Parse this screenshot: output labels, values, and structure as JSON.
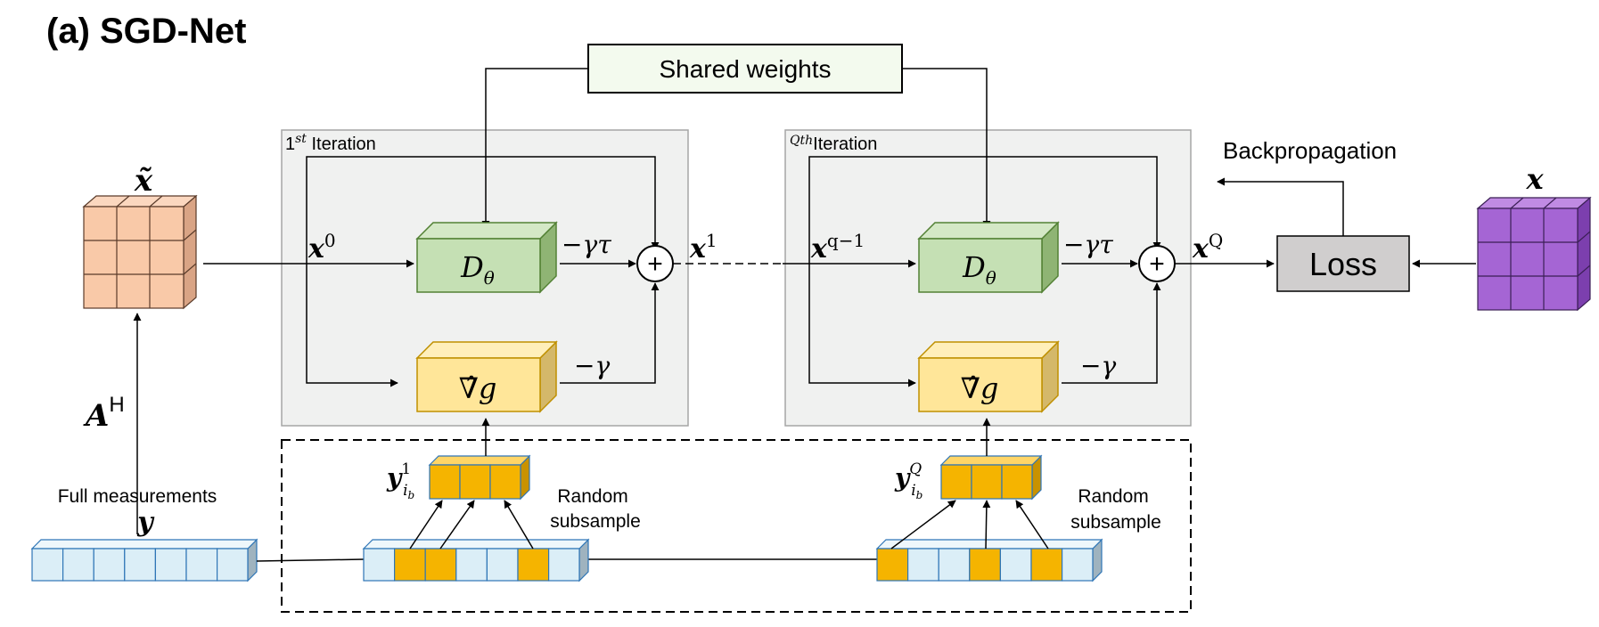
{
  "title": "(a) SGD-Net",
  "shared_weights_label": "Shared weights",
  "backprop_label": "Backpropagation",
  "loss_label": "Loss",
  "iteration_first": {
    "sup": "st",
    "num": "1",
    "text": " Iteration"
  },
  "iteration_last": {
    "sup": "th",
    "num": "Q",
    "text": "Iteration"
  },
  "denoiser": {
    "base": "D",
    "sub": "θ"
  },
  "gradient": {
    "base": "∇̂",
    "var": "g"
  },
  "coef_gamma_tau": "−γτ",
  "coef_gamma": "−γ",
  "plus": "+",
  "x_tilde": "x̃",
  "x_target": "x",
  "x0": {
    "base": "x",
    "sup": "0"
  },
  "x1": {
    "base": "x",
    "sup": "1"
  },
  "xq1": {
    "base": "x",
    "sup": "q−1"
  },
  "xQ": {
    "base": "x",
    "sup": "Q"
  },
  "AH": {
    "base": "A",
    "sup": "H"
  },
  "full_measurements": "Full measurements",
  "y": "y",
  "y1": {
    "base": "y",
    "sup": "1",
    "sub": "i",
    "subsub": "b"
  },
  "yQ": {
    "base": "y",
    "sup": "Q",
    "sub": "i",
    "subsub": "b"
  },
  "random_label_1": "Random",
  "random_label_2": "subsample",
  "colors": {
    "orange_cube": "#f9c9a8",
    "purple_cube": "#a565d4",
    "green_box": "#c5e0b4",
    "yellow_box": "#ffe699",
    "gold_cell": "#f5b400",
    "blue_cell": "#dbeef7",
    "panel": "#f0f1f0",
    "loss": "#d0cece",
    "shared_box": "#f3faee"
  }
}
